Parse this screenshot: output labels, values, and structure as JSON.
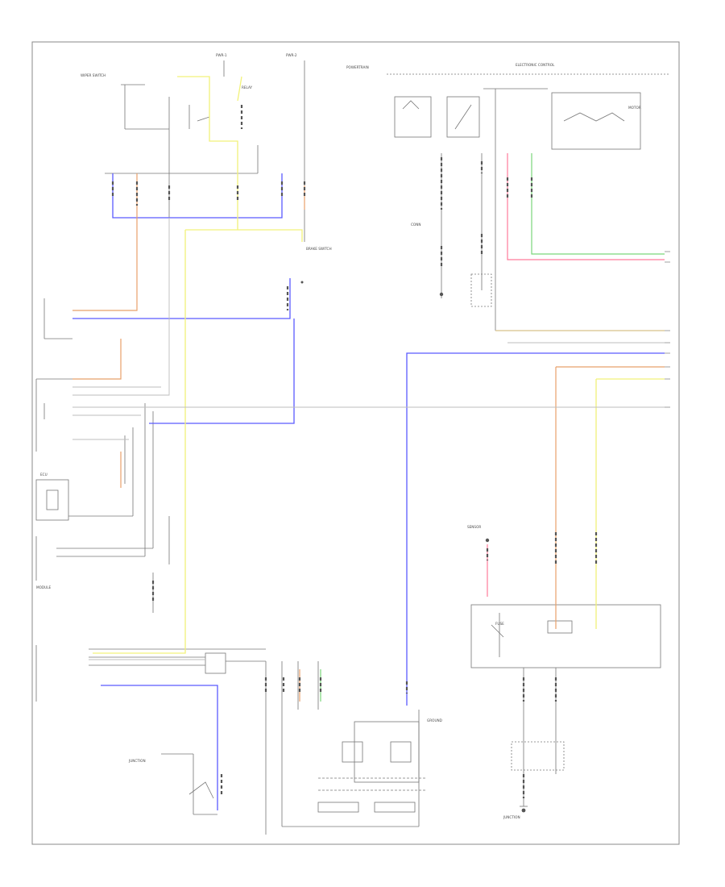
{
  "diagram": {
    "frame_id": "",
    "wire_colors": {
      "black": "#555555",
      "blue": "#5b5bff",
      "yellow": "#f2f27a",
      "orange": "#e8a06a",
      "green": "#7ad67a",
      "pink": "#ff7a9a",
      "gray": "#bdbdbd",
      "tan": "#d6c28a"
    },
    "components": [
      {
        "id": "cp-1",
        "label": "PWR-1"
      },
      {
        "id": "cp-2",
        "label": "PWR-2"
      },
      {
        "id": "cp-3",
        "label": "POWERTRAIN"
      },
      {
        "id": "cp-4",
        "label": "ELECTRONIC CONTROL"
      },
      {
        "id": "cp-5",
        "label": "WIPER SWITCH"
      },
      {
        "id": "cp-6",
        "label": "RELAY"
      },
      {
        "id": "cp-7",
        "label": "MOTOR"
      },
      {
        "id": "cp-8",
        "label": "BRAKE SWITCH"
      },
      {
        "id": "cp-9",
        "label": "CONN"
      },
      {
        "id": "cp-10",
        "label": "ECU"
      },
      {
        "id": "cp-11",
        "label": "MODULE"
      },
      {
        "id": "cp-12",
        "label": "FUSE"
      },
      {
        "id": "cp-13",
        "label": "SENSOR"
      },
      {
        "id": "cp-14",
        "label": "GROUND"
      },
      {
        "id": "cp-15",
        "label": "JUNCTION"
      }
    ]
  }
}
